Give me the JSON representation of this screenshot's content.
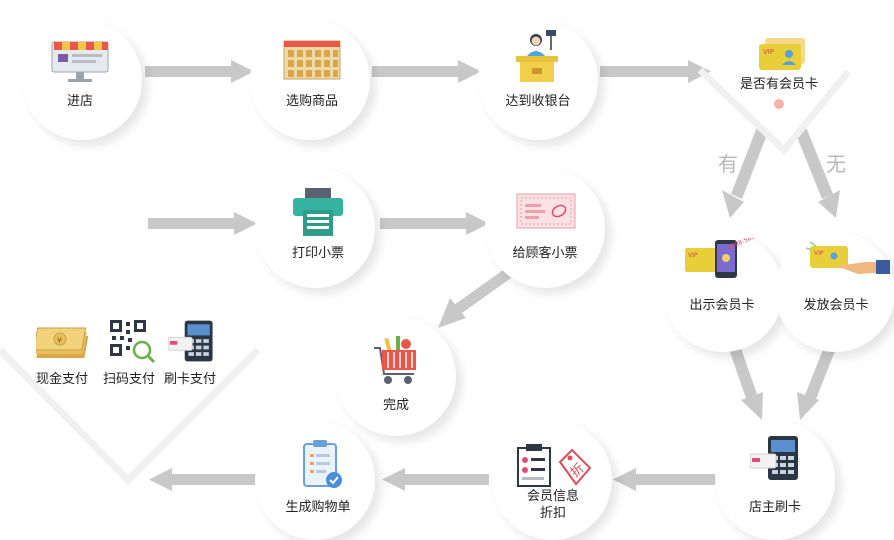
{
  "steps": {
    "enter_store": "进店",
    "select_goods": "选购商品",
    "reach_checkout": "达到收银台",
    "has_member_card": "是否有会员卡",
    "show_card": "出示会员卡",
    "issue_card": "发放会员卡",
    "owner_swipe": "店主刷卡",
    "member_info_1": "会员信息",
    "member_info_2": "折扣",
    "generate_list": "生成购物单",
    "print_receipt": "打印小票",
    "give_receipt": "给顾客小票",
    "complete": "完成"
  },
  "branches": {
    "yes": "有",
    "no": "无"
  },
  "payment": {
    "cash": "现金支付",
    "scan": "扫码支付",
    "card": "刷卡支付"
  },
  "icons": {
    "storefront": "storefront-icon",
    "shelf": "shelf-icon",
    "cashier": "cashier-icon",
    "vip_card": "vip-card-icon",
    "phone_card": "phone-card-icon",
    "hand_card": "hand-card-icon",
    "pos": "pos-terminal-icon",
    "discount": "discount-tag-icon",
    "clipboard": "clipboard-icon",
    "printer": "printer-icon",
    "receipt": "receipt-icon",
    "cart": "cart-icon",
    "cash": "cash-icon",
    "qr": "qr-code-icon"
  },
  "card_text": {
    "vip": "VIP",
    "number": "0888-5800",
    "discount_char": "折",
    "currency": "¥"
  },
  "colors": {
    "arrow": "#c8c8c8",
    "node_bg": "#ffffff",
    "card_yellow": "#e8cf3a",
    "accent_pink": "#f0a0a0"
  }
}
